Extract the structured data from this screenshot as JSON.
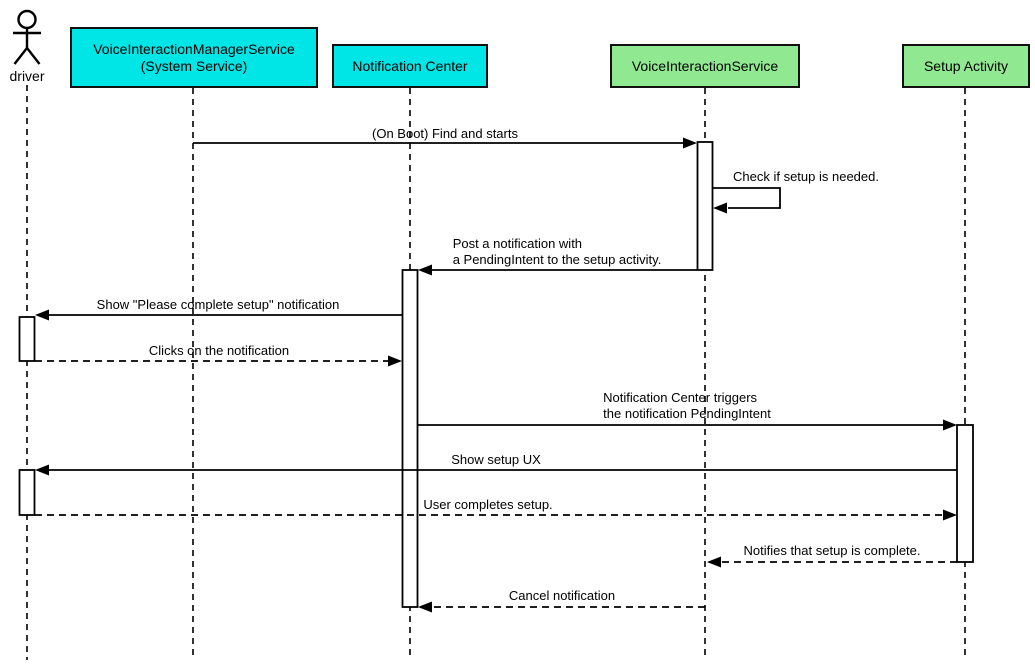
{
  "diagram": {
    "type": "uml-sequence",
    "colors": {
      "system_service": "#00E5E5",
      "app": "#90E890",
      "line": "#000000",
      "background": "#FFFFFF"
    },
    "actors": [
      {
        "id": "driver",
        "kind": "actor",
        "label": "driver"
      },
      {
        "id": "voice_interaction_manager_service",
        "kind": "participant",
        "fill": "system_service",
        "label": "VoiceInteractionManagerService\n(System Service)"
      },
      {
        "id": "notification_center",
        "kind": "participant",
        "fill": "system_service",
        "label": "Notification Center"
      },
      {
        "id": "voice_interaction_service",
        "kind": "participant",
        "fill": "app",
        "label": "VoiceInteractionService"
      },
      {
        "id": "setup_activity",
        "kind": "participant",
        "fill": "app",
        "label": "Setup Activity"
      }
    ],
    "messages": [
      {
        "from": "voice_interaction_manager_service",
        "to": "voice_interaction_service",
        "line": "solid",
        "label": "(On Boot) Find and starts"
      },
      {
        "from": "voice_interaction_service",
        "to": "voice_interaction_service",
        "line": "solid",
        "self_message": true,
        "label": "Check if setup is needed."
      },
      {
        "from": "voice_interaction_service",
        "to": "notification_center",
        "line": "solid",
        "label": "Post a notification with\na PendingIntent to the setup activity."
      },
      {
        "from": "notification_center",
        "to": "driver",
        "line": "solid",
        "label": "Show \"Please complete setup\" notification"
      },
      {
        "from": "driver",
        "to": "notification_center",
        "line": "dashed",
        "label": "Clicks on the notification"
      },
      {
        "from": "notification_center",
        "to": "setup_activity",
        "line": "solid",
        "label": "Notification Center triggers\nthe notification PendingIntent"
      },
      {
        "from": "setup_activity",
        "to": "driver",
        "line": "solid",
        "label": "Show setup UX"
      },
      {
        "from": "driver",
        "to": "setup_activity",
        "line": "dashed",
        "label": "User completes setup."
      },
      {
        "from": "setup_activity",
        "to": "voice_interaction_service",
        "line": "dashed",
        "label": "Notifies that setup is complete."
      },
      {
        "from": "voice_interaction_service",
        "to": "notification_center",
        "line": "dashed",
        "label": "Cancel notification"
      }
    ]
  }
}
